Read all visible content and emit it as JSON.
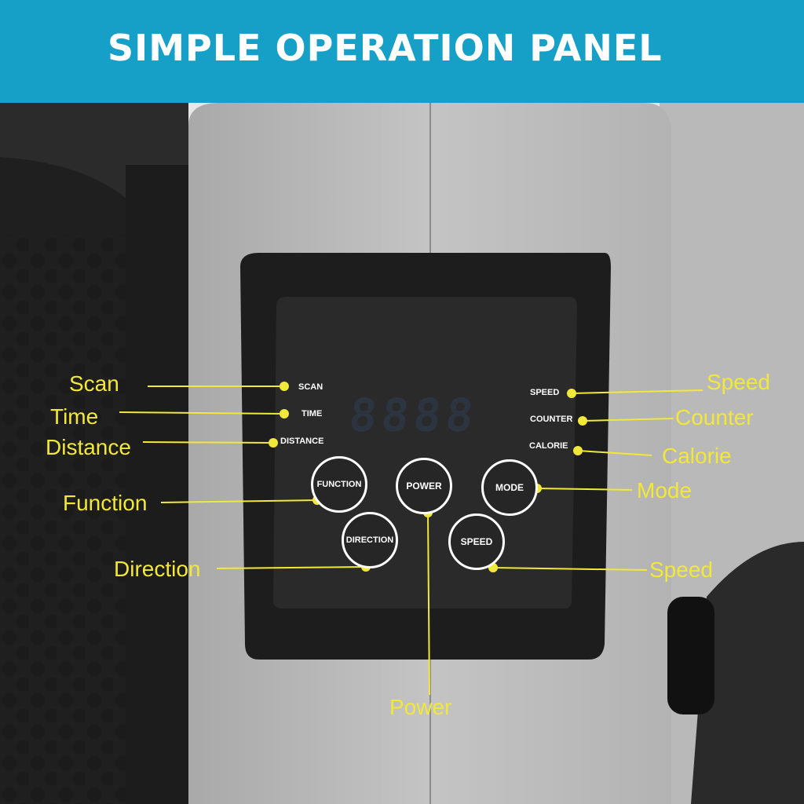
{
  "banner": {
    "title": "SIMPLE OPERATION PANEL",
    "color": "#169fc7"
  },
  "panel": {
    "display_value": "8888",
    "indicators_left": [
      "SCAN",
      "TIME",
      "DISTANCE"
    ],
    "indicators_right": [
      "SPEED",
      "COUNTER",
      "CALORIE"
    ],
    "buttons": {
      "function": "FUNCTION",
      "power": "POWER",
      "mode": "MODE",
      "direction": "DIRECTION",
      "speed": "SPEED"
    }
  },
  "callouts": {
    "scan": "Scan",
    "time": "Time",
    "distance": "Distance",
    "function": "Function",
    "direction": "Direction",
    "speed_top": "Speed",
    "counter": "Counter",
    "calorie": "Calorie",
    "mode": "Mode",
    "speed_bottom": "Speed",
    "power": "Power"
  },
  "colors": {
    "callout": "#f2e83a",
    "panel": "#262626",
    "body": "#b5b5b5"
  }
}
